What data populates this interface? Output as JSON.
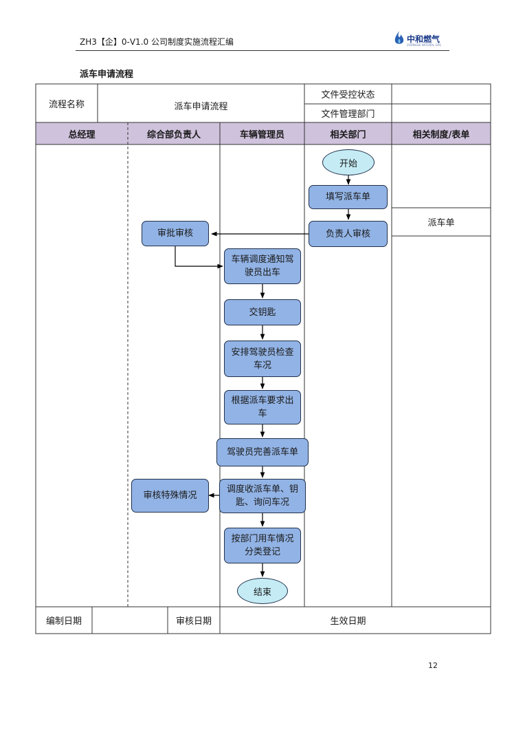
{
  "header": {
    "doc_code": "ZH3【企】0-V1.0 公司制度实施流程汇编",
    "logo_text": "中和燃气",
    "logo_subtext": "ZHONGHE NATURAL GAS"
  },
  "page_title": "派车申请流程",
  "info_table": {
    "process_name_label": "流程名称",
    "process_name_value": "派车申请流程",
    "control_status_label": "文件受控状态",
    "control_status_value": "",
    "mgmt_dept_label": "文件管理部门",
    "mgmt_dept_value": ""
  },
  "lanes": [
    "总经理",
    "综合部负责人",
    "车辆管理员",
    "相关部门",
    "相关制度/表单"
  ],
  "nodes": {
    "start": "开始",
    "fill_form": "填写派车单",
    "dept_review": "负责人审核",
    "approve": "审批审核",
    "dispatch_notice": "车辆调度通知驾驶员出车",
    "hand_keys": "交钥匙",
    "check_vehicle": "安排驾驶员检查车况",
    "depart": "根据派车要求出车",
    "complete_form": "驾驶员完善派车单",
    "collect": "调度收派车单、钥匙、询问车况",
    "special_review": "审核特殊情况",
    "register": "按部门用车情况分类登记",
    "end": "结束"
  },
  "related_form": "派车单",
  "footer": {
    "compile_date_label": "编制日期",
    "review_date_label": "审核日期",
    "effective_date_label": "生效日期"
  },
  "page_number": "12",
  "colors": {
    "node_fill": "#92b3e5",
    "terminal_fill": "#c5ecf5",
    "lane_header_fill": "#cfc2dc"
  }
}
